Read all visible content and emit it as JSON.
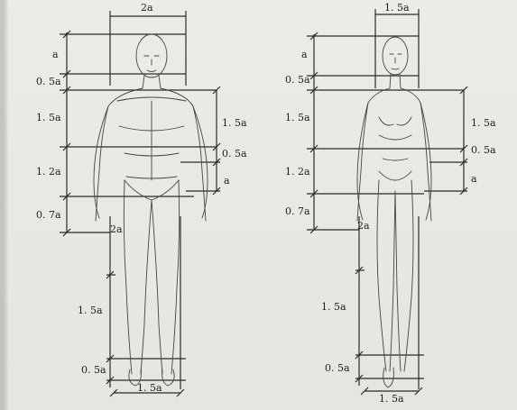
{
  "male": {
    "top_width": "2a",
    "head": "a",
    "neck": "0. 5a",
    "torso_left": "1. 5a",
    "torso_right": "1. 5a",
    "waist_right": "0. 5a",
    "hip_left": "1. 2a",
    "hip_right": "a",
    "crotch_left": "0. 7a",
    "thigh": "2a",
    "leg": "1. 5a",
    "foot": "0. 5a",
    "bottom_width": "1. 5a"
  },
  "female": {
    "top_width": "1. 5a",
    "head": "a",
    "neck": "0. 5a",
    "torso_left": "1. 5a",
    "torso_right": "1. 5a",
    "waist_right": "0. 5a",
    "hip_left": "1. 2a",
    "hip_right": "a",
    "crotch_left": "0. 7a",
    "thigh": "2a",
    "leg": "1. 5a",
    "foot": "0. 5a",
    "bottom_width": "1. 5a"
  }
}
